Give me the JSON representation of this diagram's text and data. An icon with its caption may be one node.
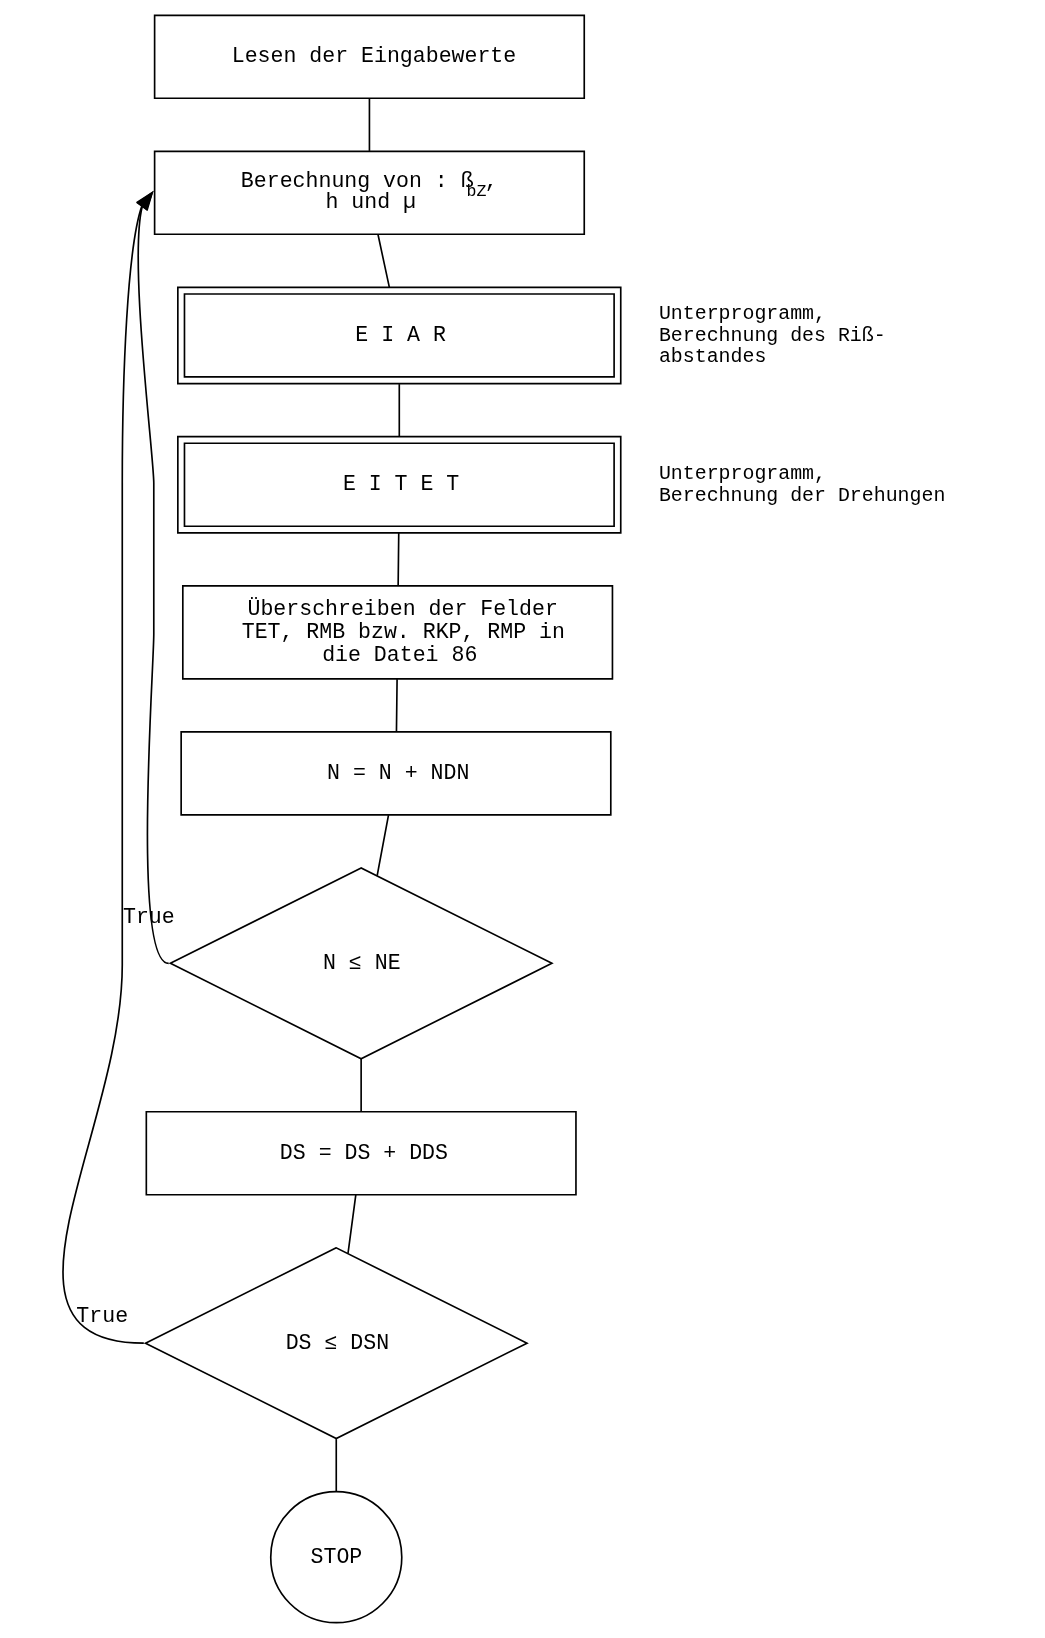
{
  "diagram": {
    "nodes": [
      {
        "text": [
          "Lesen der Eingabewerte"
        ]
      },
      {
        "text": [
          "Berechnung von : ß$_{bZ}$, h und µ"
        ]
      },
      {
        "text": [
          "E I A R"
        ],
        "beside": [
          "Unterprogramm, Berechnung des Riß- abstandes"
        ]
      },
      {
        "text": [
          "E I T E T"
        ],
        "beside": [
          "Unterprogramm, Berechnung der Drehungen"
        ]
      },
      {
        "text": [
          "Überschreiben der Felder TET, RMB bzw. RKP, RMP in die Datei 86"
        ]
      },
      {
        "text": [
          "N = N + NDN"
        ]
      },
      {
        "text": [
          "N ≤ NE"
        ]
      },
      {
        "text": [
          "DS = DS + DDS"
        ]
      },
      {
        "text": [
          "DS ≤ DSN"
        ]
      },
      {
        "text": [
          "STOP"
        ]
      }
    ],
    "edges": [
      {
        "from": 0,
        "to": 1,
        "arrow": "none"
      },
      {
        "from": 1,
        "to": 2,
        "arrow": "none"
      },
      {
        "from": 2,
        "to": 3,
        "arrow": "none"
      },
      {
        "from": 3,
        "to": 4,
        "arrow": "none"
      },
      {
        "from": 4,
        "to": 5,
        "arrow": "none"
      },
      {
        "from": 5,
        "to": 6,
        "arrow": "none"
      },
      {
        "from": 6,
        "to": 1,
        "arrow": "to",
        "label": "True"
      },
      {
        "from": 6,
        "to": 7,
        "arrow": "none"
      },
      {
        "from": 7,
        "to": 8,
        "arrow": "none"
      },
      {
        "from": 8,
        "to": 1,
        "arrow": "to",
        "label": "True"
      },
      {
        "from": 8,
        "to": 9,
        "arrow": "none"
      }
    ]
  }
}
